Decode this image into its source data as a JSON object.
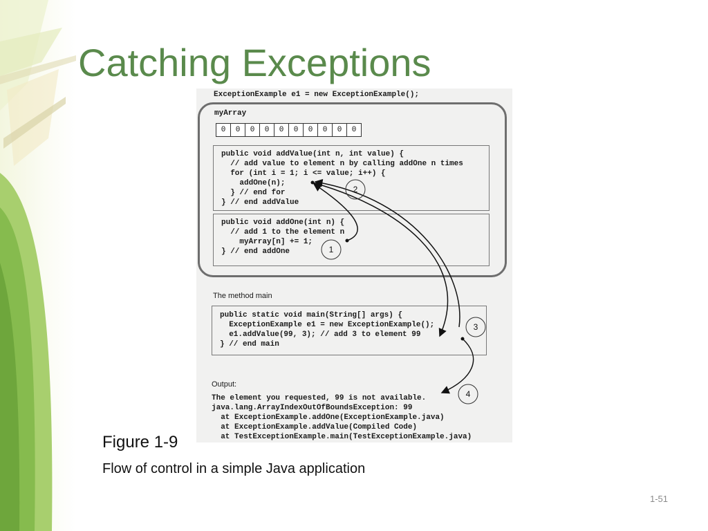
{
  "slide": {
    "title": "Catching Exceptions",
    "caption_title": "Figure 1-9",
    "caption_text": "Flow of control in a simple Java application",
    "page_number": "1-51"
  },
  "figure": {
    "top_line": "ExceptionExample e1 = new ExceptionExample();",
    "array_label": "myArray",
    "array_values": [
      "0",
      "0",
      "0",
      "0",
      "0",
      "0",
      "0",
      "0",
      "0",
      "0"
    ],
    "add_value_code": [
      "public void addValue(int n, int value) {",
      "  // add value to element n by calling addOne n times",
      "  for (int i = 1; i <= value; i++) {",
      "    addOne(n);",
      "  } // end for",
      "} // end addValue"
    ],
    "add_one_code": [
      "public void addOne(int n) {",
      "  // add 1 to the element n",
      "    myArray[n] += 1;",
      "} // end addOne"
    ],
    "main_label": "The method main",
    "main_code": [
      "public static void main(String[] args) {",
      "  ExceptionExample e1 = new ExceptionExample();",
      "  e1.addValue(99, 3); // add 3 to element 99",
      "} // end main"
    ],
    "output_label": "Output:",
    "output_lines": [
      "The element you requested, 99 is not available.",
      "java.lang.ArrayIndexOutOfBoundsException: 99",
      "  at ExceptionExample.addOne(ExceptionExample.java)",
      "  at ExceptionExample.addValue(Compiled Code)",
      "  at TestExceptionExample.main(TestExceptionExample.java)"
    ],
    "step_markers": [
      "1",
      "2",
      "3",
      "4"
    ]
  },
  "colors": {
    "title": "#5a8a4c",
    "figure_bg": "#f1f1f0"
  }
}
